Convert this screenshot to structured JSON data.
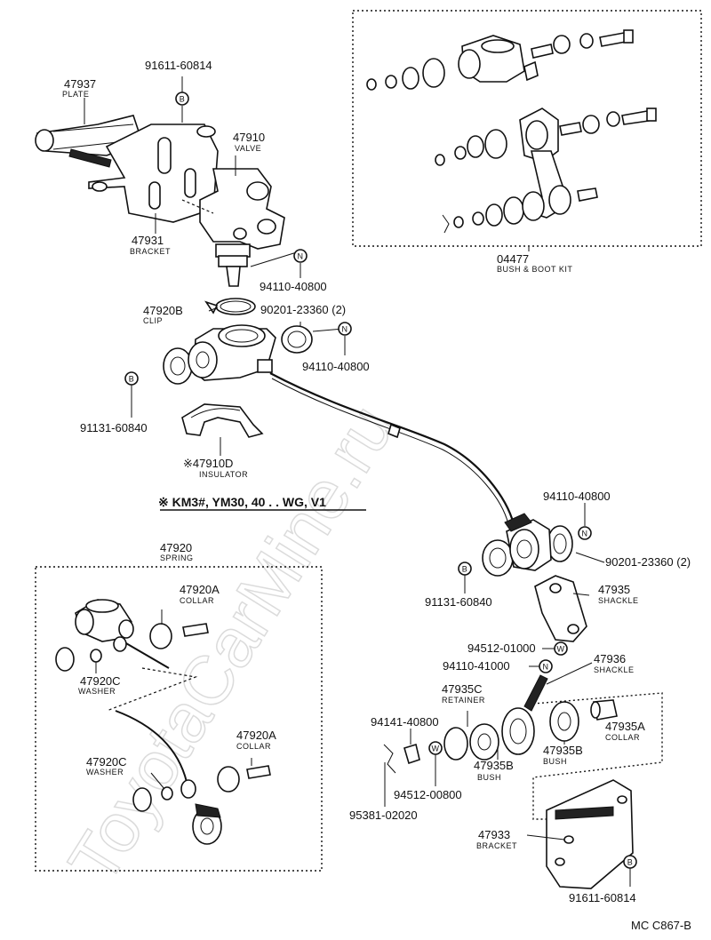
{
  "watermark": "ToyotaCarMine.ru",
  "footer_code": "MC C867-B",
  "note": "※ KM3#, YM30, 40 . . WG, V1",
  "markers": {
    "b": "B",
    "n": "N",
    "w": "W"
  },
  "parts": {
    "p47937": {
      "no": "47937",
      "name": "PLATE"
    },
    "p91611_top": {
      "no": "91611-60814"
    },
    "p47910": {
      "no": "47910",
      "name": "VALVE"
    },
    "p47931": {
      "no": "47931",
      "name": "BRACKET"
    },
    "p94110_a": {
      "no": "94110-40800"
    },
    "p04477": {
      "no": "04477",
      "name": "BUSH & BOOT KIT"
    },
    "p47920B": {
      "no": "47920B",
      "name": "CLIP"
    },
    "p90201_a": {
      "no": "90201-23360 (2)"
    },
    "p94110_b": {
      "no": "94110-40800"
    },
    "p91131_a": {
      "no": "91131-60840"
    },
    "p47910D": {
      "no": "※47910D",
      "name": "INSULATOR"
    },
    "p94110_c": {
      "no": "94110-40800"
    },
    "p90201_b": {
      "no": "90201-23360 (2)"
    },
    "p91131_b": {
      "no": "91131-60840"
    },
    "p47935": {
      "no": "47935",
      "name": "SHACKLE"
    },
    "p47920": {
      "no": "47920",
      "name": "SPRING"
    },
    "p47920A_a": {
      "no": "47920A",
      "name": "COLLAR"
    },
    "p47920C_a": {
      "no": "47920C",
      "name": "WASHER"
    },
    "p47920A_b": {
      "no": "47920A",
      "name": "COLLAR"
    },
    "p47920C_b": {
      "no": "47920C",
      "name": "WASHER"
    },
    "p94512_a": {
      "no": "94512-01000"
    },
    "p94110_d": {
      "no": "94110-41000"
    },
    "p47936": {
      "no": "47936",
      "name": "SHACKLE"
    },
    "p47935C": {
      "no": "47935C",
      "name": "RETAINER"
    },
    "p94141": {
      "no": "94141-40800"
    },
    "p47935B_a": {
      "no": "47935B",
      "name": "BUSH"
    },
    "p47935B_b": {
      "no": "47935B",
      "name": "BUSH"
    },
    "p47935A": {
      "no": "47935A",
      "name": "COLLAR"
    },
    "p94512_b": {
      "no": "94512-00800"
    },
    "p95381": {
      "no": "95381-02020"
    },
    "p47933": {
      "no": "47933",
      "name": "BRACKET"
    },
    "p91611_bot": {
      "no": "91611-60814"
    }
  }
}
